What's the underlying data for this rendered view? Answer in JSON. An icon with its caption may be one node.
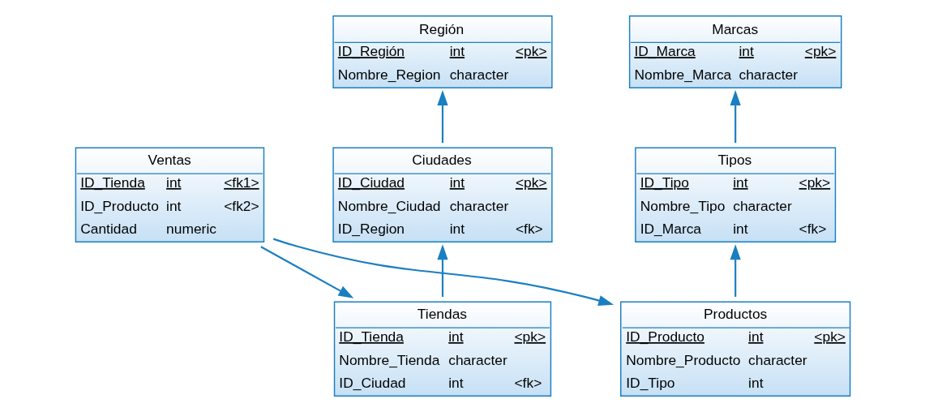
{
  "diagram": {
    "nodes": [
      {
        "text": [
          "Región",
          "ID_Región int <pk>",
          "Nombre_Region character"
        ]
      },
      {
        "text": [
          "Marcas",
          "ID_Marca int <pk>",
          "Nombre_Marca character"
        ]
      },
      {
        "text": [
          "Tipos",
          "ID_Tipo int <pk>",
          "Nombre_Tipo character",
          "ID_Marca int <fk>"
        ]
      },
      {
        "text": [
          "Ciudades",
          "ID_Ciudad int <pk>",
          "Nombre_Ciudad character",
          "ID_Region int <fk>"
        ]
      },
      {
        "text": [
          "Ventas",
          "ID_Tienda int <fk1>",
          "ID_Producto int <fk2>",
          "Cantidad numeric"
        ]
      },
      {
        "text": [
          "Tiendas",
          "ID_Tienda int <pk>",
          "Nombre_Tienda character",
          "ID_Ciudad int <fk>"
        ]
      },
      {
        "text": [
          "Productos",
          "ID_Producto int <pk>",
          "Nombre_Producto character",
          "ID_Tipo int"
        ]
      }
    ],
    "edges": [
      {
        "from": 3,
        "to": 0,
        "arrow": "to"
      },
      {
        "from": 5,
        "to": 3,
        "arrow": "to"
      },
      {
        "from": 2,
        "to": 1,
        "arrow": "to"
      },
      {
        "from": 6,
        "to": 2,
        "arrow": "to"
      },
      {
        "from": 4,
        "to": 5,
        "arrow": "to"
      },
      {
        "from": 4,
        "to": 6,
        "arrow": "to"
      }
    ]
  }
}
